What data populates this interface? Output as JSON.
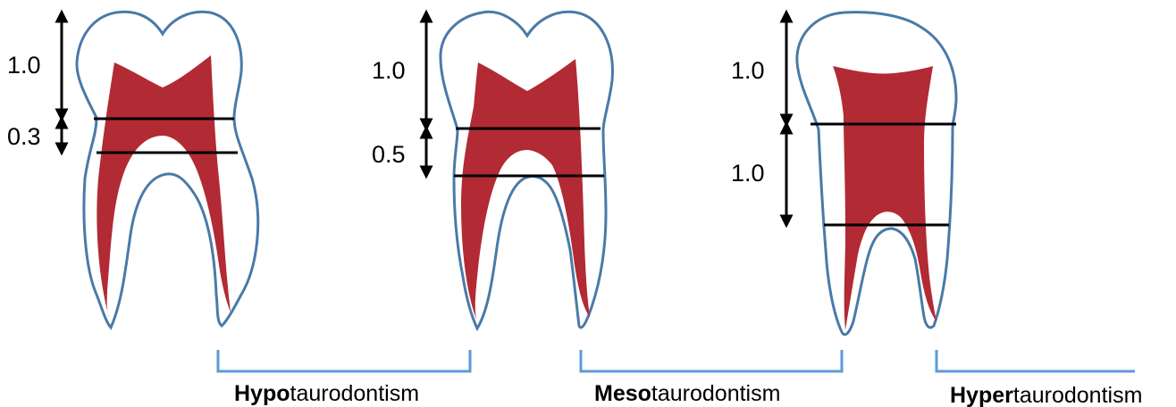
{
  "teeth": [
    {
      "upper_measure": "1.0",
      "lower_measure": "0.3"
    },
    {
      "upper_measure": "1.0",
      "lower_measure": "0.5"
    },
    {
      "upper_measure": "1.0",
      "lower_measure": "1.0"
    }
  ],
  "classifications": [
    {
      "prefix": "Hypo",
      "suffix": "taurodontism"
    },
    {
      "prefix": "Meso",
      "suffix": "taurodontism"
    },
    {
      "prefix": "Hyper",
      "suffix": "taurodontism"
    }
  ],
  "colors": {
    "tooth_outline": "#4a7aa8",
    "pulp": "#b22a33",
    "bracket": "#5b9bd5",
    "line": "#000000"
  }
}
